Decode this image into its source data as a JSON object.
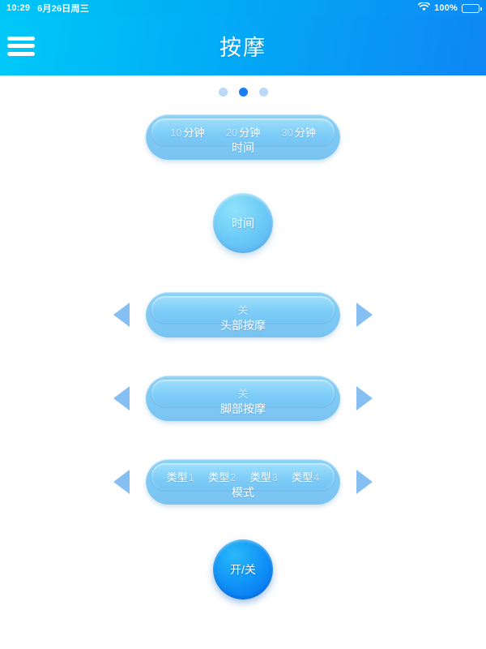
{
  "status_bar": {
    "time": "10:29",
    "date": "6月26日周三",
    "battery_percent": "100%",
    "wifi_icon": "wifi-icon",
    "battery_icon": "battery-icon"
  },
  "header": {
    "title": "按摩",
    "menu_icon": "hamburger-menu-icon"
  },
  "pagination": {
    "count": 3,
    "active_index": 1
  },
  "colors": {
    "header_gradient_start": "#00c9f9",
    "header_gradient_end": "#0e86f4",
    "dot_active": "#1a7ef2",
    "dot_inactive": "#b9d9f7",
    "pill_base": "#7fc9f4",
    "arrow": "#86c0f2",
    "power_button": "#0b82f5"
  },
  "controls": {
    "time_selector": {
      "label": "时间",
      "options": [
        {
          "num": "10",
          "unit": "分钟"
        },
        {
          "num": "20",
          "unit": "分钟"
        },
        {
          "num": "30",
          "unit": "分钟"
        }
      ]
    },
    "time_circle": {
      "label": "时间"
    },
    "head_massage": {
      "label": "头部按摩",
      "value": "关",
      "left_arrow": "arrow-left-icon",
      "right_arrow": "arrow-right-icon"
    },
    "foot_massage": {
      "label": "脚部按摩",
      "value": "关",
      "left_arrow": "arrow-left-icon",
      "right_arrow": "arrow-right-icon"
    },
    "mode_selector": {
      "label": "模式",
      "options": [
        {
          "name": "类型",
          "num": "1"
        },
        {
          "name": "类型",
          "num": "2"
        },
        {
          "name": "类型",
          "num": "3"
        },
        {
          "name": "类型",
          "num": "4"
        }
      ],
      "left_arrow": "arrow-left-icon",
      "right_arrow": "arrow-right-icon"
    },
    "power_button": {
      "label": "开/关"
    }
  }
}
